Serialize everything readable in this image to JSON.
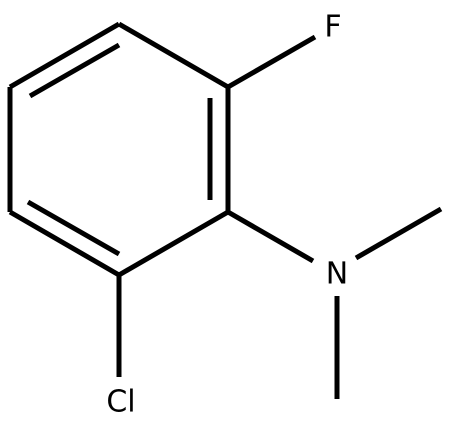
{
  "structure": {
    "atoms": [
      {
        "id": "f",
        "label": "F"
      },
      {
        "id": "n",
        "label": "N"
      },
      {
        "id": "cl",
        "label": "Cl"
      }
    ]
  },
  "colors": {
    "bond": "#000000",
    "label": "#000000",
    "background": "#ffffff"
  }
}
